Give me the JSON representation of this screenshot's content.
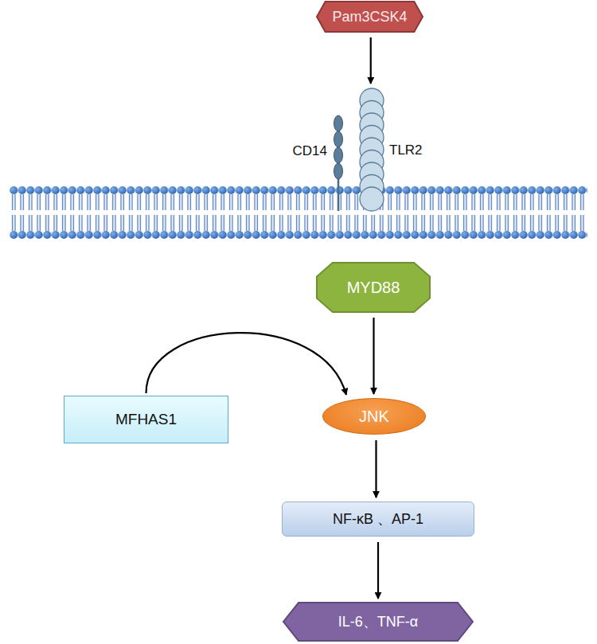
{
  "diagram": {
    "nodes": [
      {
        "text": [
          "Pam3CSK4"
        ]
      },
      {
        "text": [
          "CD14"
        ]
      },
      {
        "text": [
          "TLR2"
        ]
      },
      {
        "text": [
          "MYD88"
        ]
      },
      {
        "text": [
          "MFHAS1"
        ]
      },
      {
        "text": [
          "JNK"
        ]
      },
      {
        "text": [
          "NF-κB 、AP-1"
        ]
      },
      {
        "text": [
          "IL-6、TNF-α"
        ]
      }
    ],
    "edges": [
      {
        "from": 0,
        "to": 2,
        "arrow": "to"
      },
      {
        "from": 3,
        "to": 5,
        "arrow": "to"
      },
      {
        "from": 4,
        "to": 5,
        "arrow": "to"
      },
      {
        "from": 5,
        "to": 6,
        "arrow": "to"
      },
      {
        "from": 6,
        "to": 7,
        "arrow": "to"
      }
    ]
  }
}
